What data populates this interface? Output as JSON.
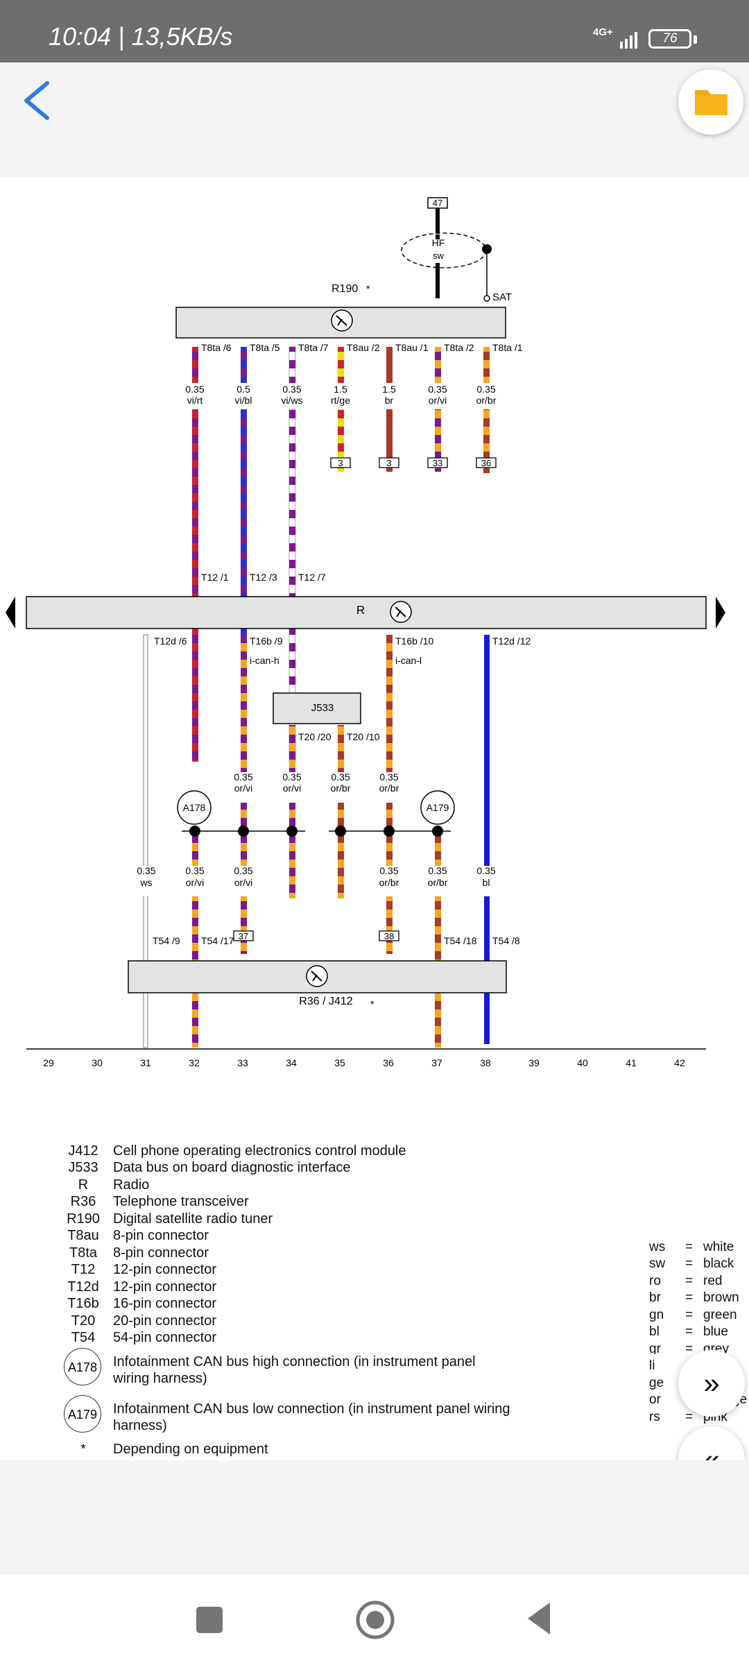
{
  "status": {
    "time": "10:04 | 13,5KB/s",
    "network": "4G+",
    "battery": "76"
  },
  "toolbar": {
    "back_icon": "chevron-left-icon",
    "folder_icon": "folder-icon",
    "folder_color": "#F5A800"
  },
  "diagram": {
    "r190_label": "R190",
    "top_connector": "47",
    "hf_label": "HF",
    "hf_color": "sw",
    "sat_label": "SAT",
    "top_pins": [
      {
        "pin": "T8ta /6",
        "gauge": "0.35",
        "color": "vi/rt"
      },
      {
        "pin": "T8ta /5",
        "gauge": "0.5",
        "color": "vi/bl"
      },
      {
        "pin": "T8ta /7",
        "gauge": "0.35",
        "color": "vi/ws"
      },
      {
        "pin": "T8au /2",
        "gauge": "1.5",
        "color": "rt/ge"
      },
      {
        "pin": "T8au /1",
        "gauge": "1.5",
        "color": "br"
      },
      {
        "pin": "T8ta /2",
        "gauge": "0.35",
        "color": "or/vi"
      },
      {
        "pin": "T8ta /1",
        "gauge": "0.35",
        "color": "or/br"
      }
    ],
    "top_refs": [
      "3",
      "3",
      "33",
      "36"
    ],
    "radio_label": "R",
    "radio_top_pins": [
      "T12 /1",
      "T12 /3",
      "T12 /7"
    ],
    "radio_bottom_pins": [
      {
        "pin": "T12d /6",
        "sub": ""
      },
      {
        "pin": "T16b /9",
        "sub": "i-can-h"
      },
      {
        "pin": "T16b /10",
        "sub": "i-can-l"
      },
      {
        "pin": "T12d /12",
        "sub": ""
      }
    ],
    "j533_label": "J533",
    "j533_pins": [
      "T20 /20",
      "T20 /10"
    ],
    "mid_wires": [
      {
        "gauge": "0.35",
        "color": "or/vi"
      },
      {
        "gauge": "0.35",
        "color": "or/vi"
      },
      {
        "gauge": "0.35",
        "color": "or/br"
      },
      {
        "gauge": "0.35",
        "color": "or/br"
      }
    ],
    "a178": "A178",
    "a179": "A179",
    "low_wires": [
      {
        "gauge": "0.35",
        "color": "ws"
      },
      {
        "gauge": "0.35",
        "color": "or/vi"
      },
      {
        "gauge": "0.35",
        "color": "or/vi"
      },
      {
        "gauge": "0.35",
        "color": "or/br"
      },
      {
        "gauge": "0.35",
        "color": "or/br"
      },
      {
        "gauge": "0.35",
        "color": "bl"
      }
    ],
    "low_refs": [
      "37",
      "38"
    ],
    "bottom_pins": [
      "T54 /9",
      "T54 /17",
      "T54 /18",
      "T54 /8"
    ],
    "bottom_label": "R36 / J412",
    "scale": [
      "29",
      "30",
      "31",
      "32",
      "33",
      "34",
      "35",
      "36",
      "37",
      "38",
      "39",
      "40",
      "41",
      "42"
    ]
  },
  "legend": [
    {
      "code": "J412",
      "desc": "Cell phone operating electronics control module"
    },
    {
      "code": "J533",
      "desc": "Data bus on board diagnostic interface"
    },
    {
      "code": "R",
      "desc": "Radio"
    },
    {
      "code": "R36",
      "desc": "Telephone transceiver"
    },
    {
      "code": "R190",
      "desc": "Digital satellite radio tuner"
    },
    {
      "code": "T8au",
      "desc": "8-pin connector"
    },
    {
      "code": "T8ta",
      "desc": "8-pin connector"
    },
    {
      "code": "T12",
      "desc": "12-pin connector"
    },
    {
      "code": "T12d",
      "desc": "12-pin connector"
    },
    {
      "code": "T16b",
      "desc": "16-pin connector"
    },
    {
      "code": "T20",
      "desc": "20-pin connector"
    },
    {
      "code": "T54",
      "desc": "54-pin connector"
    }
  ],
  "legend_circles": [
    {
      "code": "A178",
      "line1": "Infotainment CAN bus high connection (in instrument panel",
      "line2": "wiring harness)"
    },
    {
      "code": "A179",
      "line1": "Infotainment CAN bus low connection (in instrument panel wiring",
      "line2": "harness)"
    }
  ],
  "legend_note": {
    "code": "*",
    "desc": "Depending on equipment"
  },
  "color_key": [
    {
      "abbr": "ws",
      "name": "white"
    },
    {
      "abbr": "sw",
      "name": "black"
    },
    {
      "abbr": "ro",
      "name": "red"
    },
    {
      "abbr": "br",
      "name": "brown"
    },
    {
      "abbr": "gn",
      "name": "green"
    },
    {
      "abbr": "bl",
      "name": "blue"
    },
    {
      "abbr": "gr",
      "name": "grey"
    },
    {
      "abbr": "li",
      "name": ""
    },
    {
      "abbr": "ge",
      "name": ""
    },
    {
      "abbr": "or",
      "name": "ge"
    },
    {
      "abbr": "rs",
      "name": "pink"
    }
  ],
  "fabs": {
    "forward": "»",
    "back": "«",
    "shrink_icon": "collapse-icon"
  }
}
